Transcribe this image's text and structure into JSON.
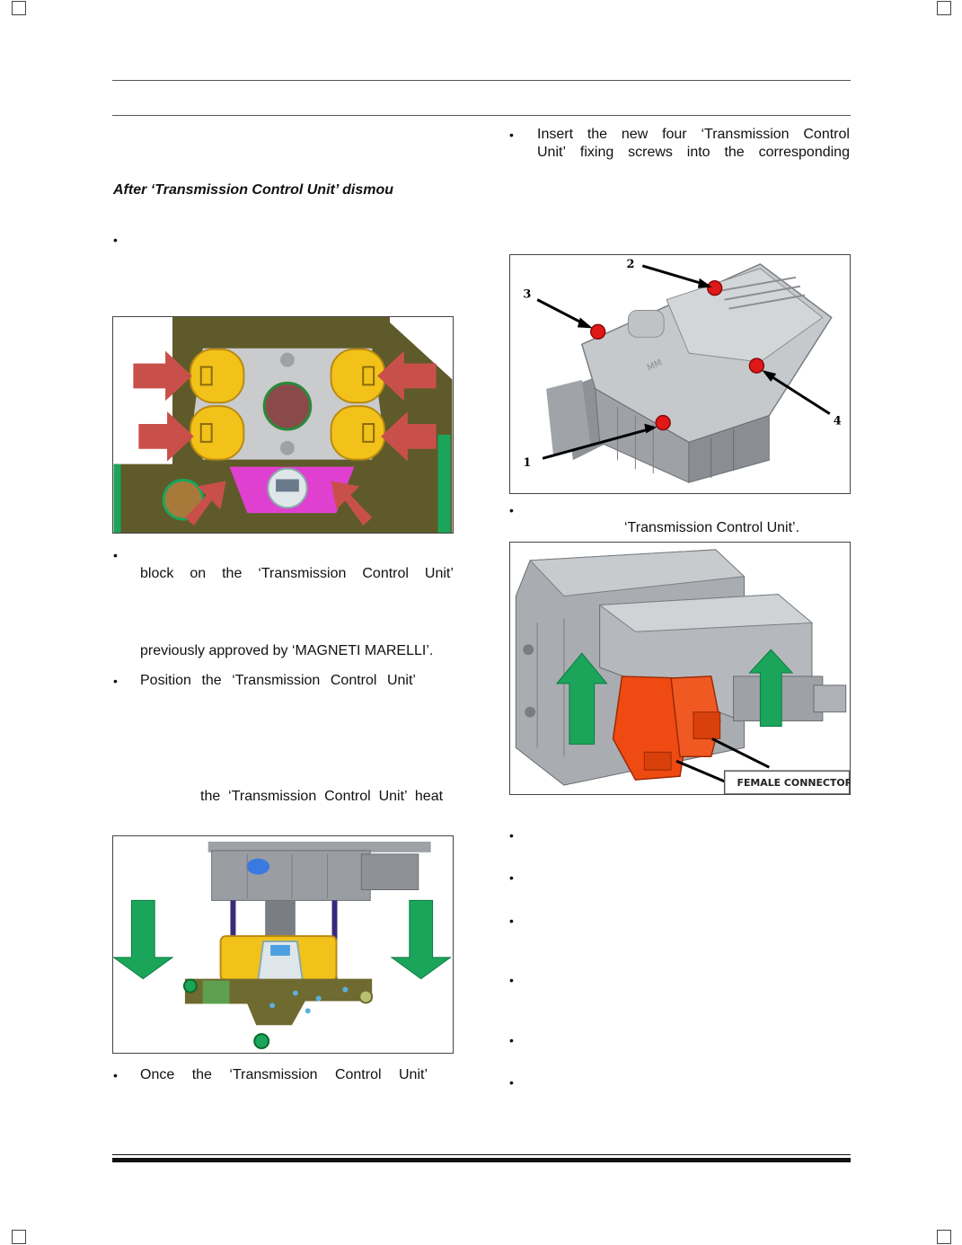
{
  "left_column": {
    "heading": "After ‘Transmission Control Unit’ dismou",
    "para2_line1": [
      "block",
      "on",
      "the",
      "‘Transmission",
      "Control",
      "Unit’"
    ],
    "para2_line2": "previously approved by ‘MAGNETI MARELLI’.",
    "para3_line1": [
      "Position",
      "the",
      "‘Transmission",
      "Control",
      "Unit’"
    ],
    "para3_line2": "the  ‘Transmission  Control  Unit’  heat",
    "para4_line1": [
      "Once",
      "the",
      "‘Transmission",
      "Control",
      "Unit’"
    ]
  },
  "right_column": {
    "para1_line1": [
      "Insert",
      "the",
      "new",
      "four",
      "‘Transmission",
      "Control"
    ],
    "para1_line2": [
      "Unit’",
      "fixing",
      "screws",
      "into",
      "the",
      "corresponding"
    ],
    "para2_line1": "‘Transmission Control Unit’.",
    "figure1_callouts": [
      "1",
      "2",
      "3",
      "4"
    ],
    "figure2_label": "FEMALE CONNECTORS"
  },
  "bullet_glyph": "•",
  "colors": {
    "yellow": "#f2c21a",
    "red_arrow": "#c9504a",
    "green_arrow": "#1aa55a",
    "olive_plate": "#5f5a2a",
    "magenta": "#e040d0",
    "orange_connector": "#ee4a12",
    "grey_body": "#b9bdc1"
  }
}
